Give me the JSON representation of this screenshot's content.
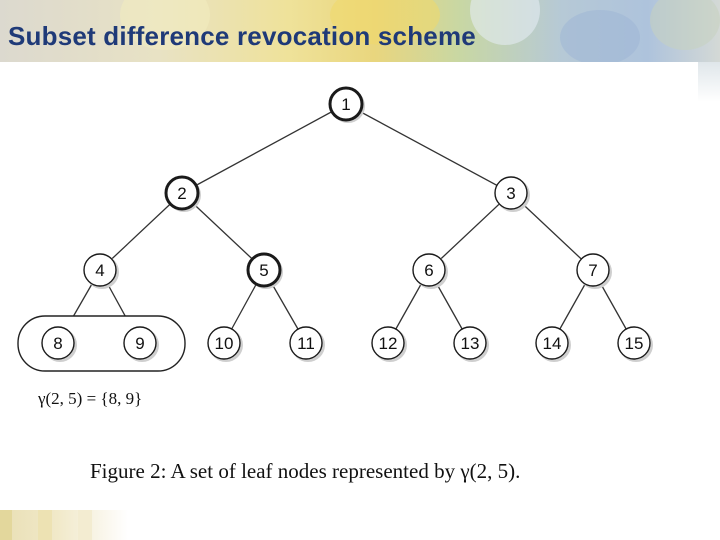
{
  "slide": {
    "title": "Subset difference revocation scheme"
  },
  "figure": {
    "nodes": [
      {
        "id": 1,
        "label": "1",
        "bold": true
      },
      {
        "id": 2,
        "label": "2",
        "bold": true
      },
      {
        "id": 3,
        "label": "3",
        "bold": false
      },
      {
        "id": 4,
        "label": "4",
        "bold": false
      },
      {
        "id": 5,
        "label": "5",
        "bold": true
      },
      {
        "id": 6,
        "label": "6",
        "bold": false
      },
      {
        "id": 7,
        "label": "7",
        "bold": false
      },
      {
        "id": 8,
        "label": "8",
        "bold": false
      },
      {
        "id": 9,
        "label": "9",
        "bold": false
      },
      {
        "id": 10,
        "label": "10",
        "bold": false
      },
      {
        "id": 11,
        "label": "11",
        "bold": false
      },
      {
        "id": 12,
        "label": "12",
        "bold": false
      },
      {
        "id": 13,
        "label": "13",
        "bold": false
      },
      {
        "id": 14,
        "label": "14",
        "bold": false
      },
      {
        "id": 15,
        "label": "15",
        "bold": false
      }
    ],
    "edges": [
      [
        1,
        2
      ],
      [
        1,
        3
      ],
      [
        2,
        4
      ],
      [
        2,
        5
      ],
      [
        3,
        6
      ],
      [
        3,
        7
      ],
      [
        4,
        8
      ],
      [
        4,
        9
      ],
      [
        5,
        10
      ],
      [
        5,
        11
      ],
      [
        6,
        12
      ],
      [
        6,
        13
      ],
      [
        7,
        14
      ],
      [
        7,
        15
      ]
    ],
    "highlighted_group": [
      8,
      9
    ],
    "gamma_label": "γ(2, 5) = {8, 9}",
    "caption": "Figure 2:  A set of leaf nodes represented by γ(2, 5)."
  },
  "colors": {
    "title": "#1f3a78",
    "node_border": "#1a1a1a",
    "edge": "#333333"
  }
}
